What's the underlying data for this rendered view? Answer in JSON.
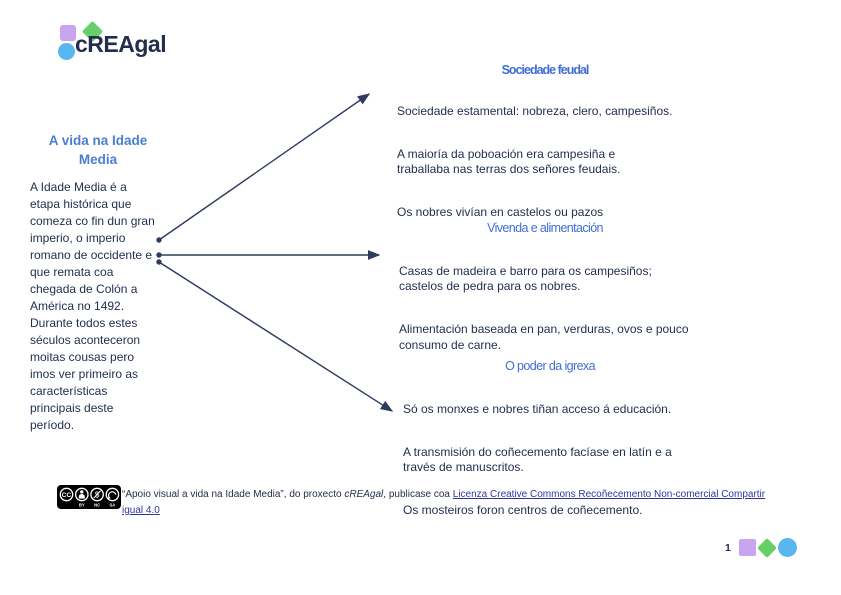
{
  "logo": {
    "text": "cREAgal"
  },
  "left": {
    "title": "A vida na Idade\nMedia",
    "paragraph": "A Idade Media é a\netapa histórica que\ncomeza co fin dun gran\nimperio, o imperio\nromano de occidente e\nque remata coa\nchegada de Colón a\nAmérica no 1492.\nDurante todos estes\nséculos aconteceron\nmoitas cousas pero\nimos ver primeiro as\ncaracterísticas\nprincipais deste\nperíodo."
  },
  "sections": [
    {
      "title": "Sociedade feudal",
      "paragraphs": [
        "Sociedade estamental: nobreza, clero, campesiños.",
        "A maioría da poboación era campesiña e\ntraballaba nas terras dos señores feudais.",
        "Os nobres vivían en castelos ou pazos"
      ]
    },
    {
      "title": "Vivenda e alimentación",
      "paragraphs": [
        "Casas de madeira e barro para os campesiños;\ncastelos de pedra para os nobres.",
        "Alimentación baseada en pan, verduras, ovos e pouco\nconsumo de carne."
      ]
    },
    {
      "title": "O poder da igrexa",
      "paragraphs": [
        "Só os monxes e nobres tiñan acceso á educación.",
        "A transmisión do coñecemento facíase en latín e a\ntravés de manuscritos.",
        "Os mosteiros foron centros de coñecemento."
      ]
    }
  ],
  "footer": {
    "badge": {
      "cc": "CC",
      "labels": [
        "BY",
        "NC",
        "SA"
      ]
    },
    "attribution_prefix": "“Apoio visual a vida na Idade Media”, do proxecto ",
    "attribution_project": "cREAgal",
    "attribution_middle": ", publicase coa ",
    "link_line1": "Licenza Creative Commons Recoñecemento Non-comercial Compartir",
    "link_line2": "igual 4.0"
  },
  "page_number": "1",
  "colors": {
    "purple": "#c9a5f0",
    "green": "#66d066",
    "blue": "#58b7ee",
    "title_blue": "#4a7ed0",
    "header_blue": "#3f6fd6",
    "text_navy": "#222f4e",
    "arrow_navy": "#2e3b5e",
    "link_blue": "#3333a0"
  }
}
